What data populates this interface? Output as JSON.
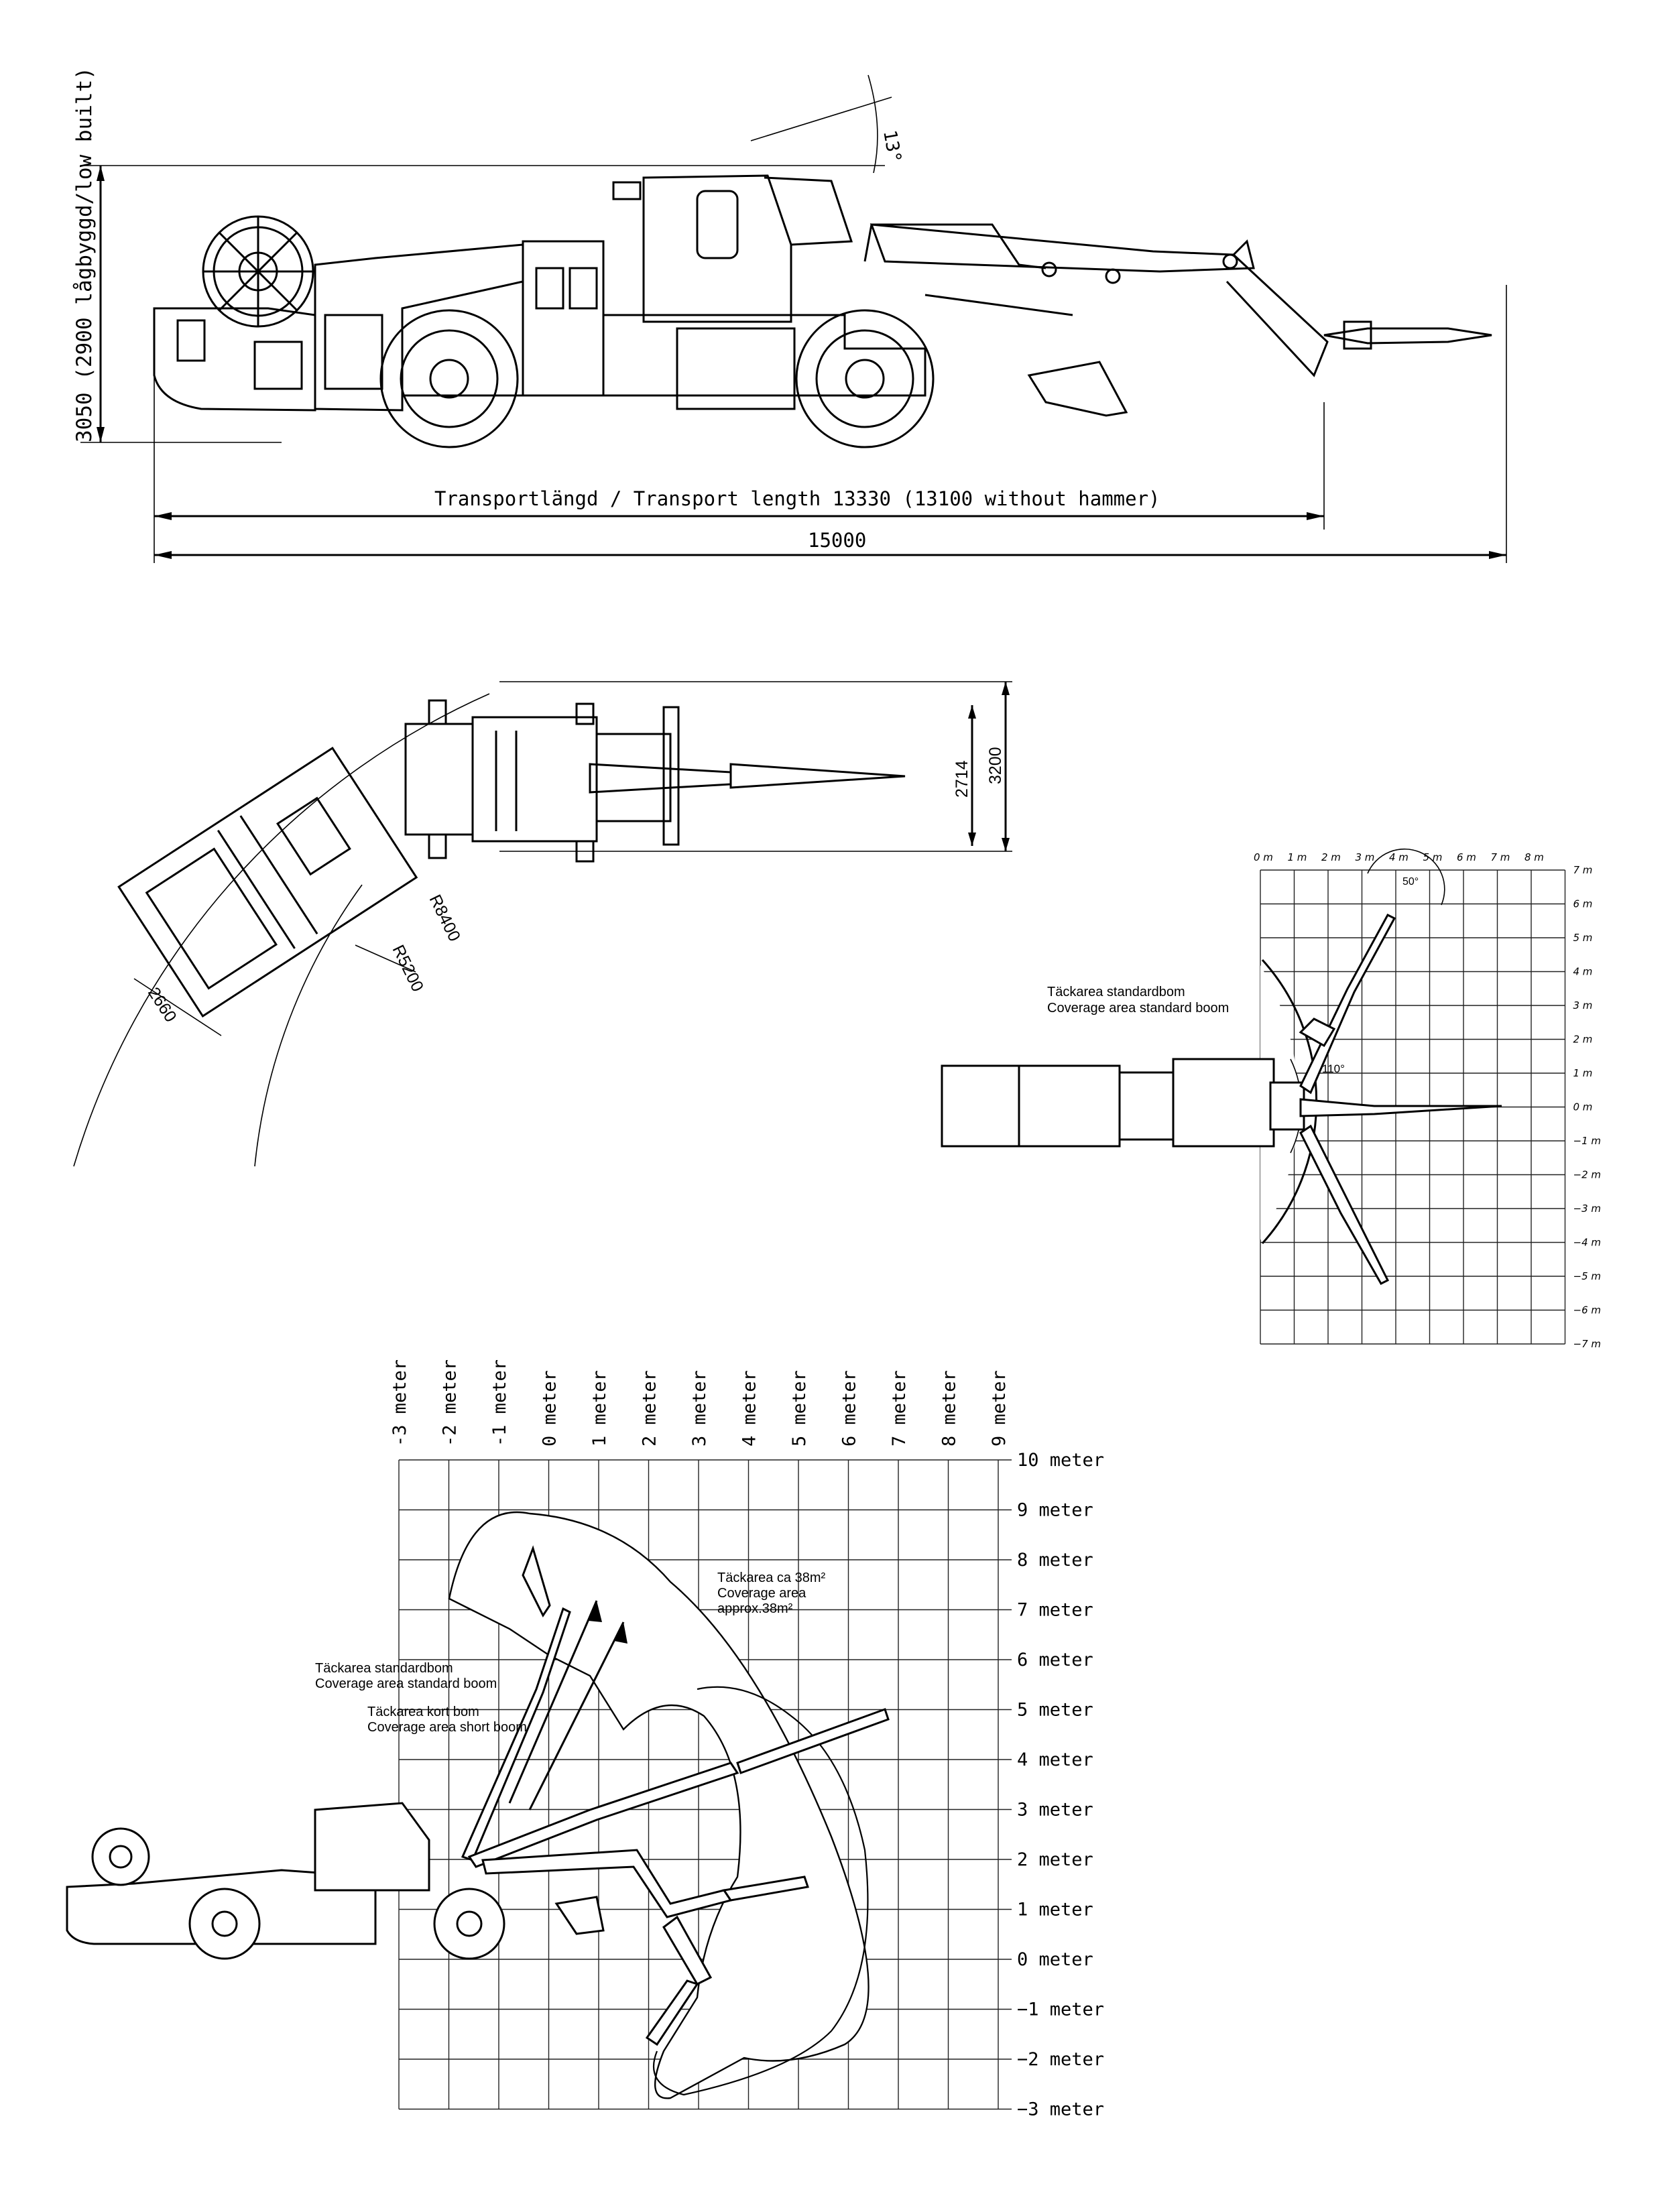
{
  "side_view": {
    "angle_label": "13°",
    "height_label": "3050 (2900 lågbyggd/low built)",
    "transport_length_label": "Transportlängd / Transport length 13330 (13100 without hammer)",
    "total_length_label": "15000"
  },
  "turning_view": {
    "width_inner_label": "2714",
    "width_outer_label": "3200",
    "radius_outer_label": "R8400",
    "radius_inner_label": "R5200",
    "machine_width_label": "2660"
  },
  "top_coverage": {
    "x_ticks": [
      "0 m",
      "1 m",
      "2 m",
      "3 m",
      "4 m",
      "5 m",
      "6 m",
      "7 m",
      "8 m"
    ],
    "y_ticks": [
      "7 m",
      "6 m",
      "5 m",
      "4 m",
      "3 m",
      "2 m",
      "1 m",
      "0 m",
      "−1 m",
      "−2 m",
      "−3 m",
      "−4 m",
      "−5 m",
      "−6 m",
      "−7 m"
    ],
    "angle_small_label": "50°",
    "angle_large_label": "110°",
    "caption_sv": "Täckarea standardbom",
    "caption_en": "Coverage area standard boom"
  },
  "side_coverage": {
    "x_ticks": [
      "-3 meter",
      "-2 meter",
      "-1 meter",
      "0 meter",
      "1 meter",
      "2 meter",
      "3 meter",
      "4 meter",
      "5 meter",
      "6 meter",
      "7 meter",
      "8 meter",
      "9 meter"
    ],
    "y_ticks": [
      "10 meter",
      "9 meter",
      "8 meter",
      "7 meter",
      "6 meter",
      "5 meter",
      "4 meter",
      "3 meter",
      "2 meter",
      "1 meter",
      "0 meter",
      "−1 meter",
      "−2 meter",
      "−3 meter"
    ],
    "area_label_1": "Täckarea ca 38m²",
    "area_label_2": "Coverage area",
    "area_label_3": "approx.38m²",
    "std_label_sv": "Täckarea standardbom",
    "std_label_en": "Coverage area standard boom",
    "short_label_sv": "Täckarea kort bom",
    "short_label_en": "Coverage area short boom"
  }
}
